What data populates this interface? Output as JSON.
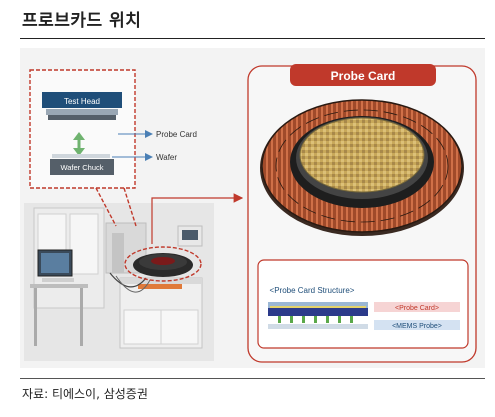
{
  "header": {
    "title": "프로브카드 위치"
  },
  "footer": {
    "source": "자료: 티에스이, 삼성증권"
  },
  "diagram": {
    "test_head_label": "Test Head",
    "wafer_chuck_label": "Wafer Chuck",
    "probe_card_arrow_label": "Probe Card",
    "wafer_arrow_label": "Wafer",
    "panel_title": "Probe Card",
    "structure_title": "<Probe Card Structure>",
    "structure_probe_card": "<Probe Card>",
    "structure_mems_probe": "<MEMS Probe>"
  },
  "colors": {
    "accent_red": "#c0392b",
    "test_head_blue": "#1f4e79",
    "arrow_blue": "#4a7fb5",
    "chip_gold": "#c8a85a"
  }
}
